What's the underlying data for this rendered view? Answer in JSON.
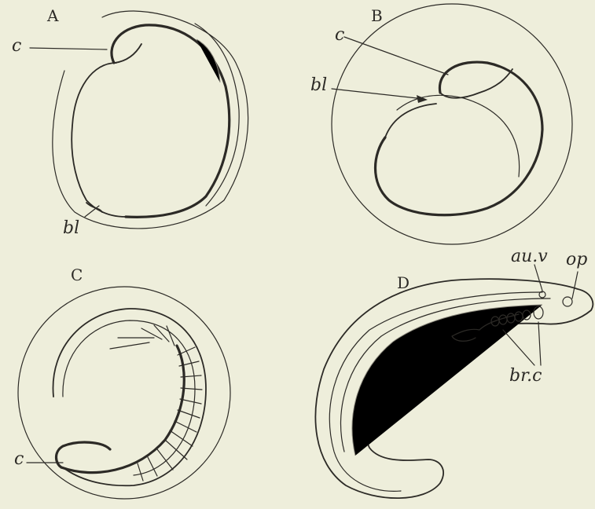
{
  "panels": {
    "a": {
      "letter": "A",
      "labels": {
        "c": "c",
        "bl": "bl"
      }
    },
    "b": {
      "letter": "B",
      "labels": {
        "c": "c",
        "bl": "bl"
      }
    },
    "c": {
      "letter": "C",
      "labels": {
        "c": "c"
      }
    },
    "d": {
      "letter": "D",
      "labels": {
        "au_v": "au.v",
        "op": "op",
        "br_c": "br.c"
      }
    }
  },
  "colors": {
    "paper": "#eeeedb",
    "ink": "#2c2a26"
  }
}
